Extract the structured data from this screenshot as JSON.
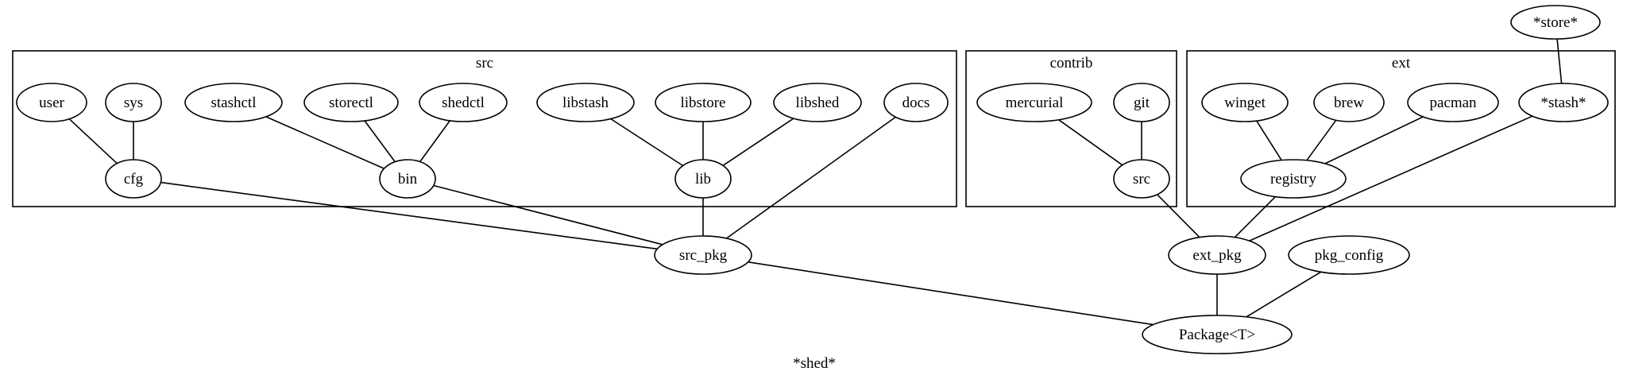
{
  "graph": {
    "label": "*shed*",
    "clusters": [
      {
        "id": "src",
        "label": "src"
      },
      {
        "id": "contrib",
        "label": "contrib"
      },
      {
        "id": "ext",
        "label": "ext"
      }
    ],
    "nodes": [
      {
        "id": "store_root",
        "label": "*store*"
      },
      {
        "id": "user",
        "label": "user"
      },
      {
        "id": "sys",
        "label": "sys"
      },
      {
        "id": "stashctl",
        "label": "stashctl"
      },
      {
        "id": "storectl",
        "label": "storectl"
      },
      {
        "id": "shedctl",
        "label": "shedctl"
      },
      {
        "id": "libstash",
        "label": "libstash"
      },
      {
        "id": "libstore",
        "label": "libstore"
      },
      {
        "id": "libshed",
        "label": "libshed"
      },
      {
        "id": "docs",
        "label": "docs"
      },
      {
        "id": "cfg",
        "label": "cfg"
      },
      {
        "id": "bin",
        "label": "bin"
      },
      {
        "id": "lib",
        "label": "lib"
      },
      {
        "id": "mercurial",
        "label": "mercurial"
      },
      {
        "id": "git",
        "label": "git"
      },
      {
        "id": "contrib_src",
        "label": "src"
      },
      {
        "id": "winget",
        "label": "winget"
      },
      {
        "id": "brew",
        "label": "brew"
      },
      {
        "id": "pacman",
        "label": "pacman"
      },
      {
        "id": "stash",
        "label": "*stash*"
      },
      {
        "id": "registry",
        "label": "registry"
      },
      {
        "id": "src_pkg",
        "label": "src_pkg"
      },
      {
        "id": "ext_pkg",
        "label": "ext_pkg"
      },
      {
        "id": "pkg_config",
        "label": "pkg_config"
      },
      {
        "id": "package",
        "label": "Package<T>"
      }
    ],
    "edges": [
      [
        "store_root",
        "stash"
      ],
      [
        "user",
        "cfg"
      ],
      [
        "sys",
        "cfg"
      ],
      [
        "stashctl",
        "bin"
      ],
      [
        "storectl",
        "bin"
      ],
      [
        "shedctl",
        "bin"
      ],
      [
        "libstash",
        "lib"
      ],
      [
        "libstore",
        "lib"
      ],
      [
        "libshed",
        "lib"
      ],
      [
        "docs",
        "src_pkg"
      ],
      [
        "cfg",
        "src_pkg"
      ],
      [
        "bin",
        "src_pkg"
      ],
      [
        "lib",
        "src_pkg"
      ],
      [
        "mercurial",
        "contrib_src"
      ],
      [
        "git",
        "contrib_src"
      ],
      [
        "winget",
        "registry"
      ],
      [
        "brew",
        "registry"
      ],
      [
        "pacman",
        "registry"
      ],
      [
        "contrib_src",
        "ext_pkg"
      ],
      [
        "registry",
        "ext_pkg"
      ],
      [
        "stash",
        "ext_pkg"
      ],
      [
        "src_pkg",
        "package"
      ],
      [
        "ext_pkg",
        "package"
      ],
      [
        "pkg_config",
        "package"
      ]
    ]
  }
}
